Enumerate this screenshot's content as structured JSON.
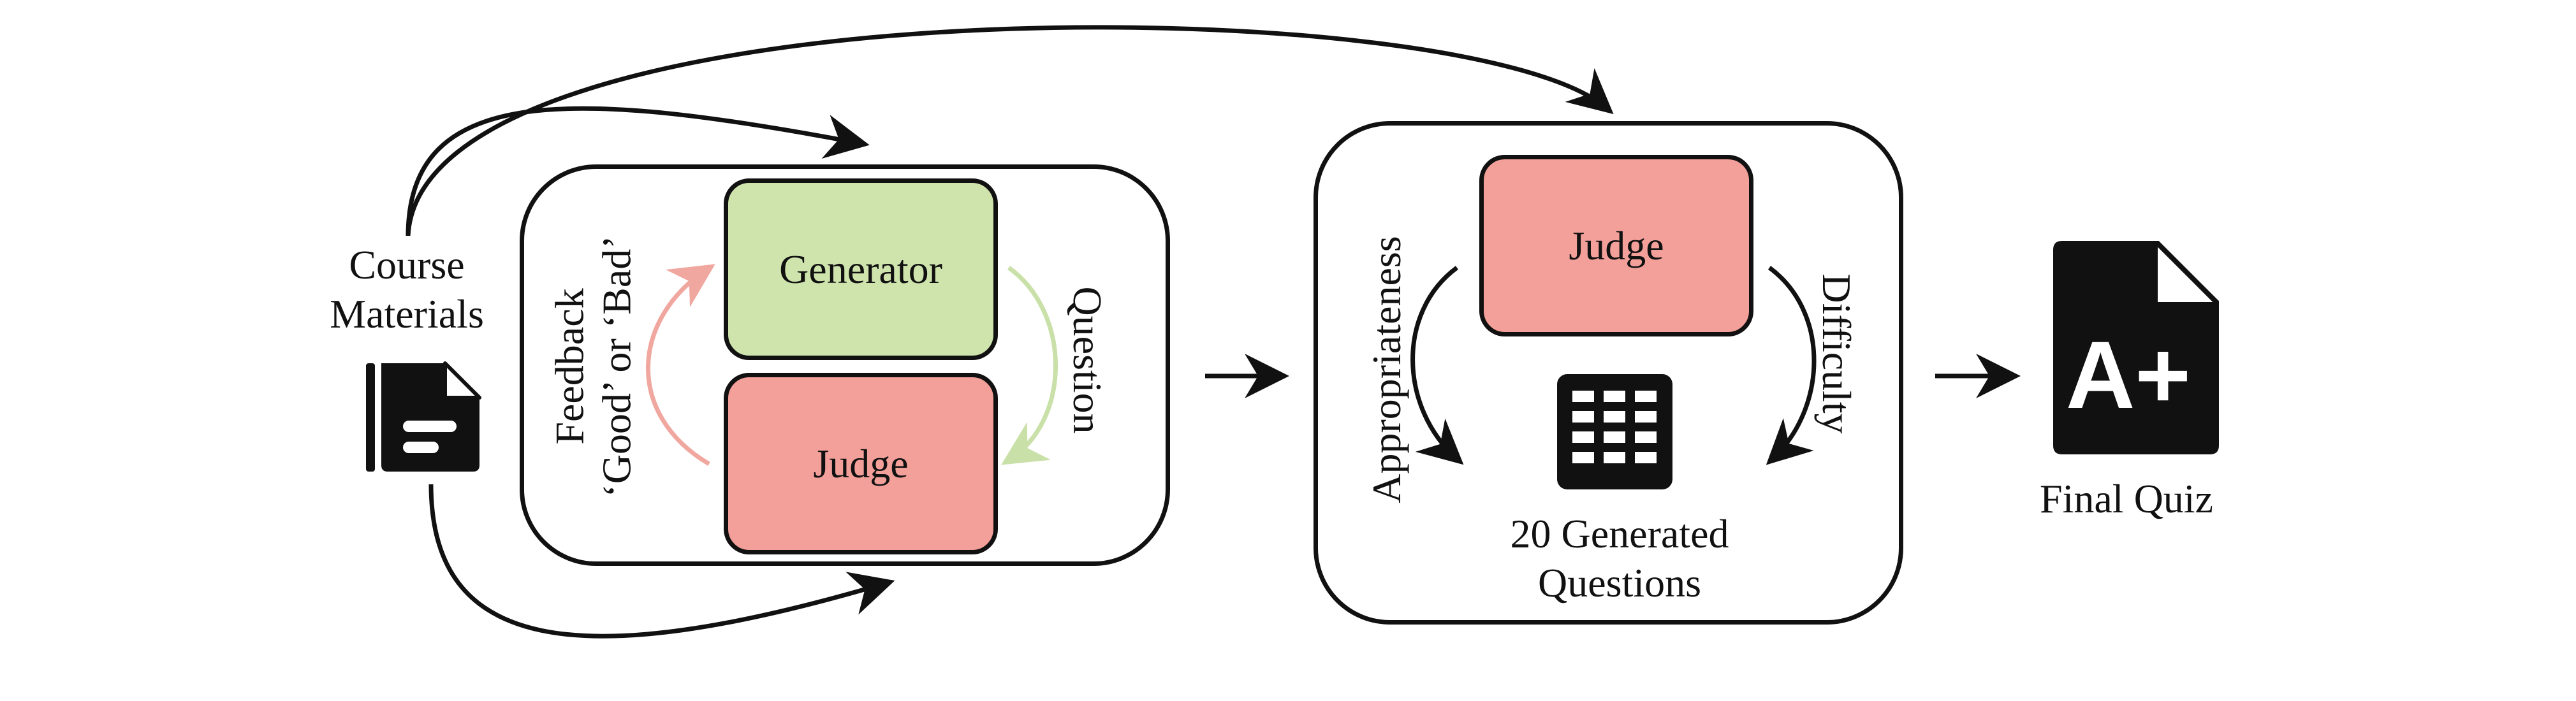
{
  "inputs": {
    "course_materials": [
      "Course",
      "Materials"
    ],
    "course_icon": "document-icon"
  },
  "generation_loop": {
    "generator_label": "Generator",
    "judge_label": "Judge",
    "feedback_label": [
      "Feedback",
      "‘Good’ or ‘Bad’"
    ],
    "question_label": "Question",
    "colors": {
      "generator_fill": "#cfe4ad",
      "judge_fill": "#f4a09a",
      "feedback_arrow": "#f0a79f",
      "question_arrow": "#c9e0a8"
    }
  },
  "evaluation": {
    "judge_label": "Judge",
    "appropriateness_label": "Appropriateness",
    "difficulty_label": "Difficulty",
    "questions_label": [
      "20 Generated",
      "Questions"
    ],
    "questions_icon": "grid-table-icon"
  },
  "output": {
    "final_quiz_label": "Final Quiz",
    "quiz_icon": "grade-a-plus-document-icon",
    "grade_text": "A+"
  }
}
